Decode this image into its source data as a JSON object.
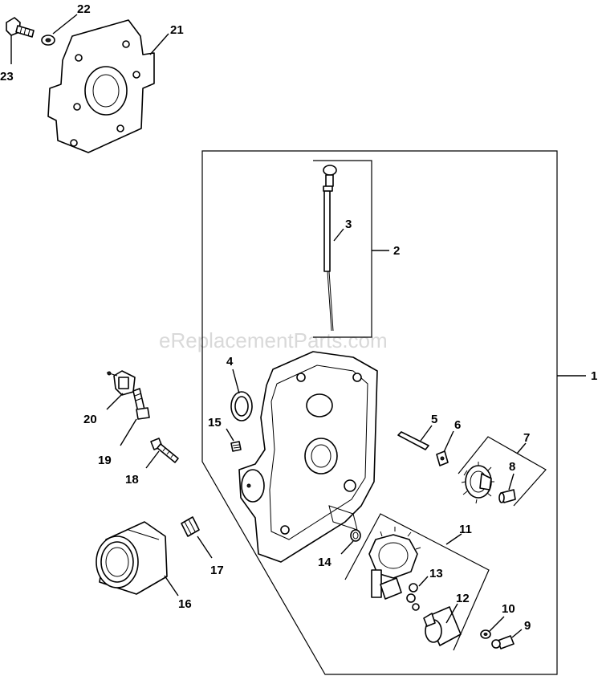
{
  "watermark": "eReplacementParts.com",
  "callouts": {
    "c1": "1",
    "c2": "2",
    "c3": "3",
    "c4": "4",
    "c5": "5",
    "c6": "6",
    "c7": "7",
    "c8": "8",
    "c9": "9",
    "c10": "10",
    "c11": "11",
    "c12": "12",
    "c13": "13",
    "c14": "14",
    "c15": "15",
    "c16": "16",
    "c17": "17",
    "c18": "18",
    "c19": "19",
    "c20": "20",
    "c21": "21",
    "c22": "22",
    "c23": "23"
  }
}
